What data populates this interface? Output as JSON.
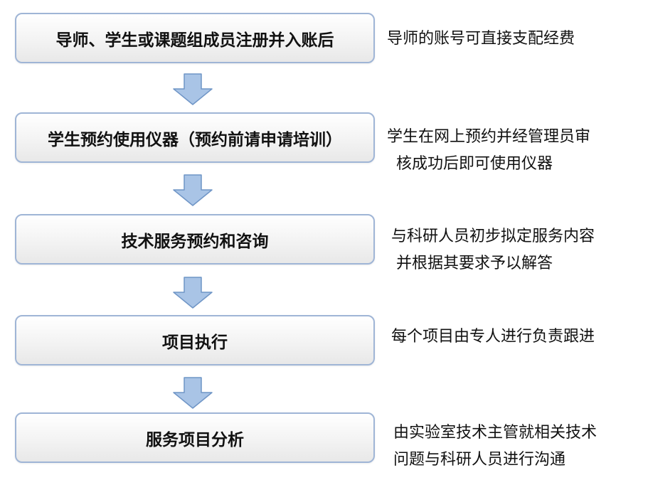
{
  "colors": {
    "box_border": "#9fb5d6",
    "arrow_fill": "#a9c4e6",
    "arrow_stroke": "#6f95c6",
    "text": "#111111"
  },
  "steps": [
    {
      "label": "导师、学生或课题组成员注册并入账后",
      "note": [
        "导师的账号可直接支配经费"
      ]
    },
    {
      "label": "学生预约使用仪器（预约前请申请培训）",
      "note": [
        "学生在网上预约并经管理员审",
        "核成功后即可使用仪器"
      ]
    },
    {
      "label": "技术服务预约和咨询",
      "note": [
        "与科研人员初步拟定服务内容",
        "并根据其要求予以解答"
      ]
    },
    {
      "label": "项目执行",
      "note": [
        "每个项目由专人进行负责跟进"
      ]
    },
    {
      "label": "服务项目分析",
      "note": [
        "由实验室技术主管就相关技术",
        "问题与科研人员进行沟通"
      ]
    }
  ]
}
